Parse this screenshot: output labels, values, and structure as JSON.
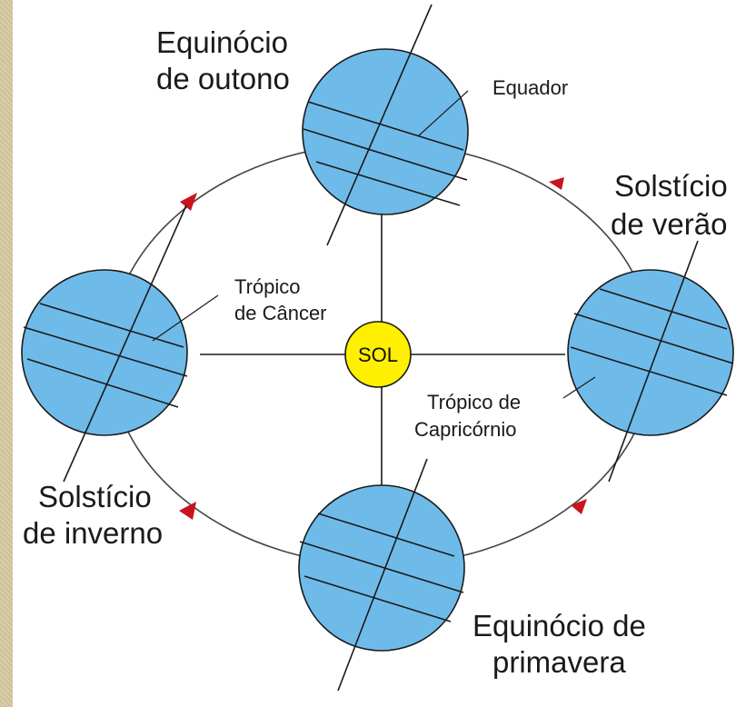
{
  "center_label": "SOL",
  "labels": {
    "autumn_line1": "Equinócio",
    "autumn_line2": "de outono",
    "summer_line1": "Solstício",
    "summer_line2": "de verão",
    "winter_line1": "Solstício",
    "winter_line2": "de inverno",
    "spring_line1": "Equinócio de",
    "spring_line2": "primavera",
    "equator": "Equador",
    "cancer_line1": "Trópico",
    "cancer_line2": "de Câncer",
    "capricorn_line1": "Trópico de",
    "capricorn_line2": "Capricórnio"
  },
  "colors": {
    "earth_fill": "#6ebbea",
    "sun_fill": "#ffef00",
    "arrow_fill": "#c8141e",
    "line": "#1a1a1a",
    "background_texture": "#d9caa6"
  }
}
